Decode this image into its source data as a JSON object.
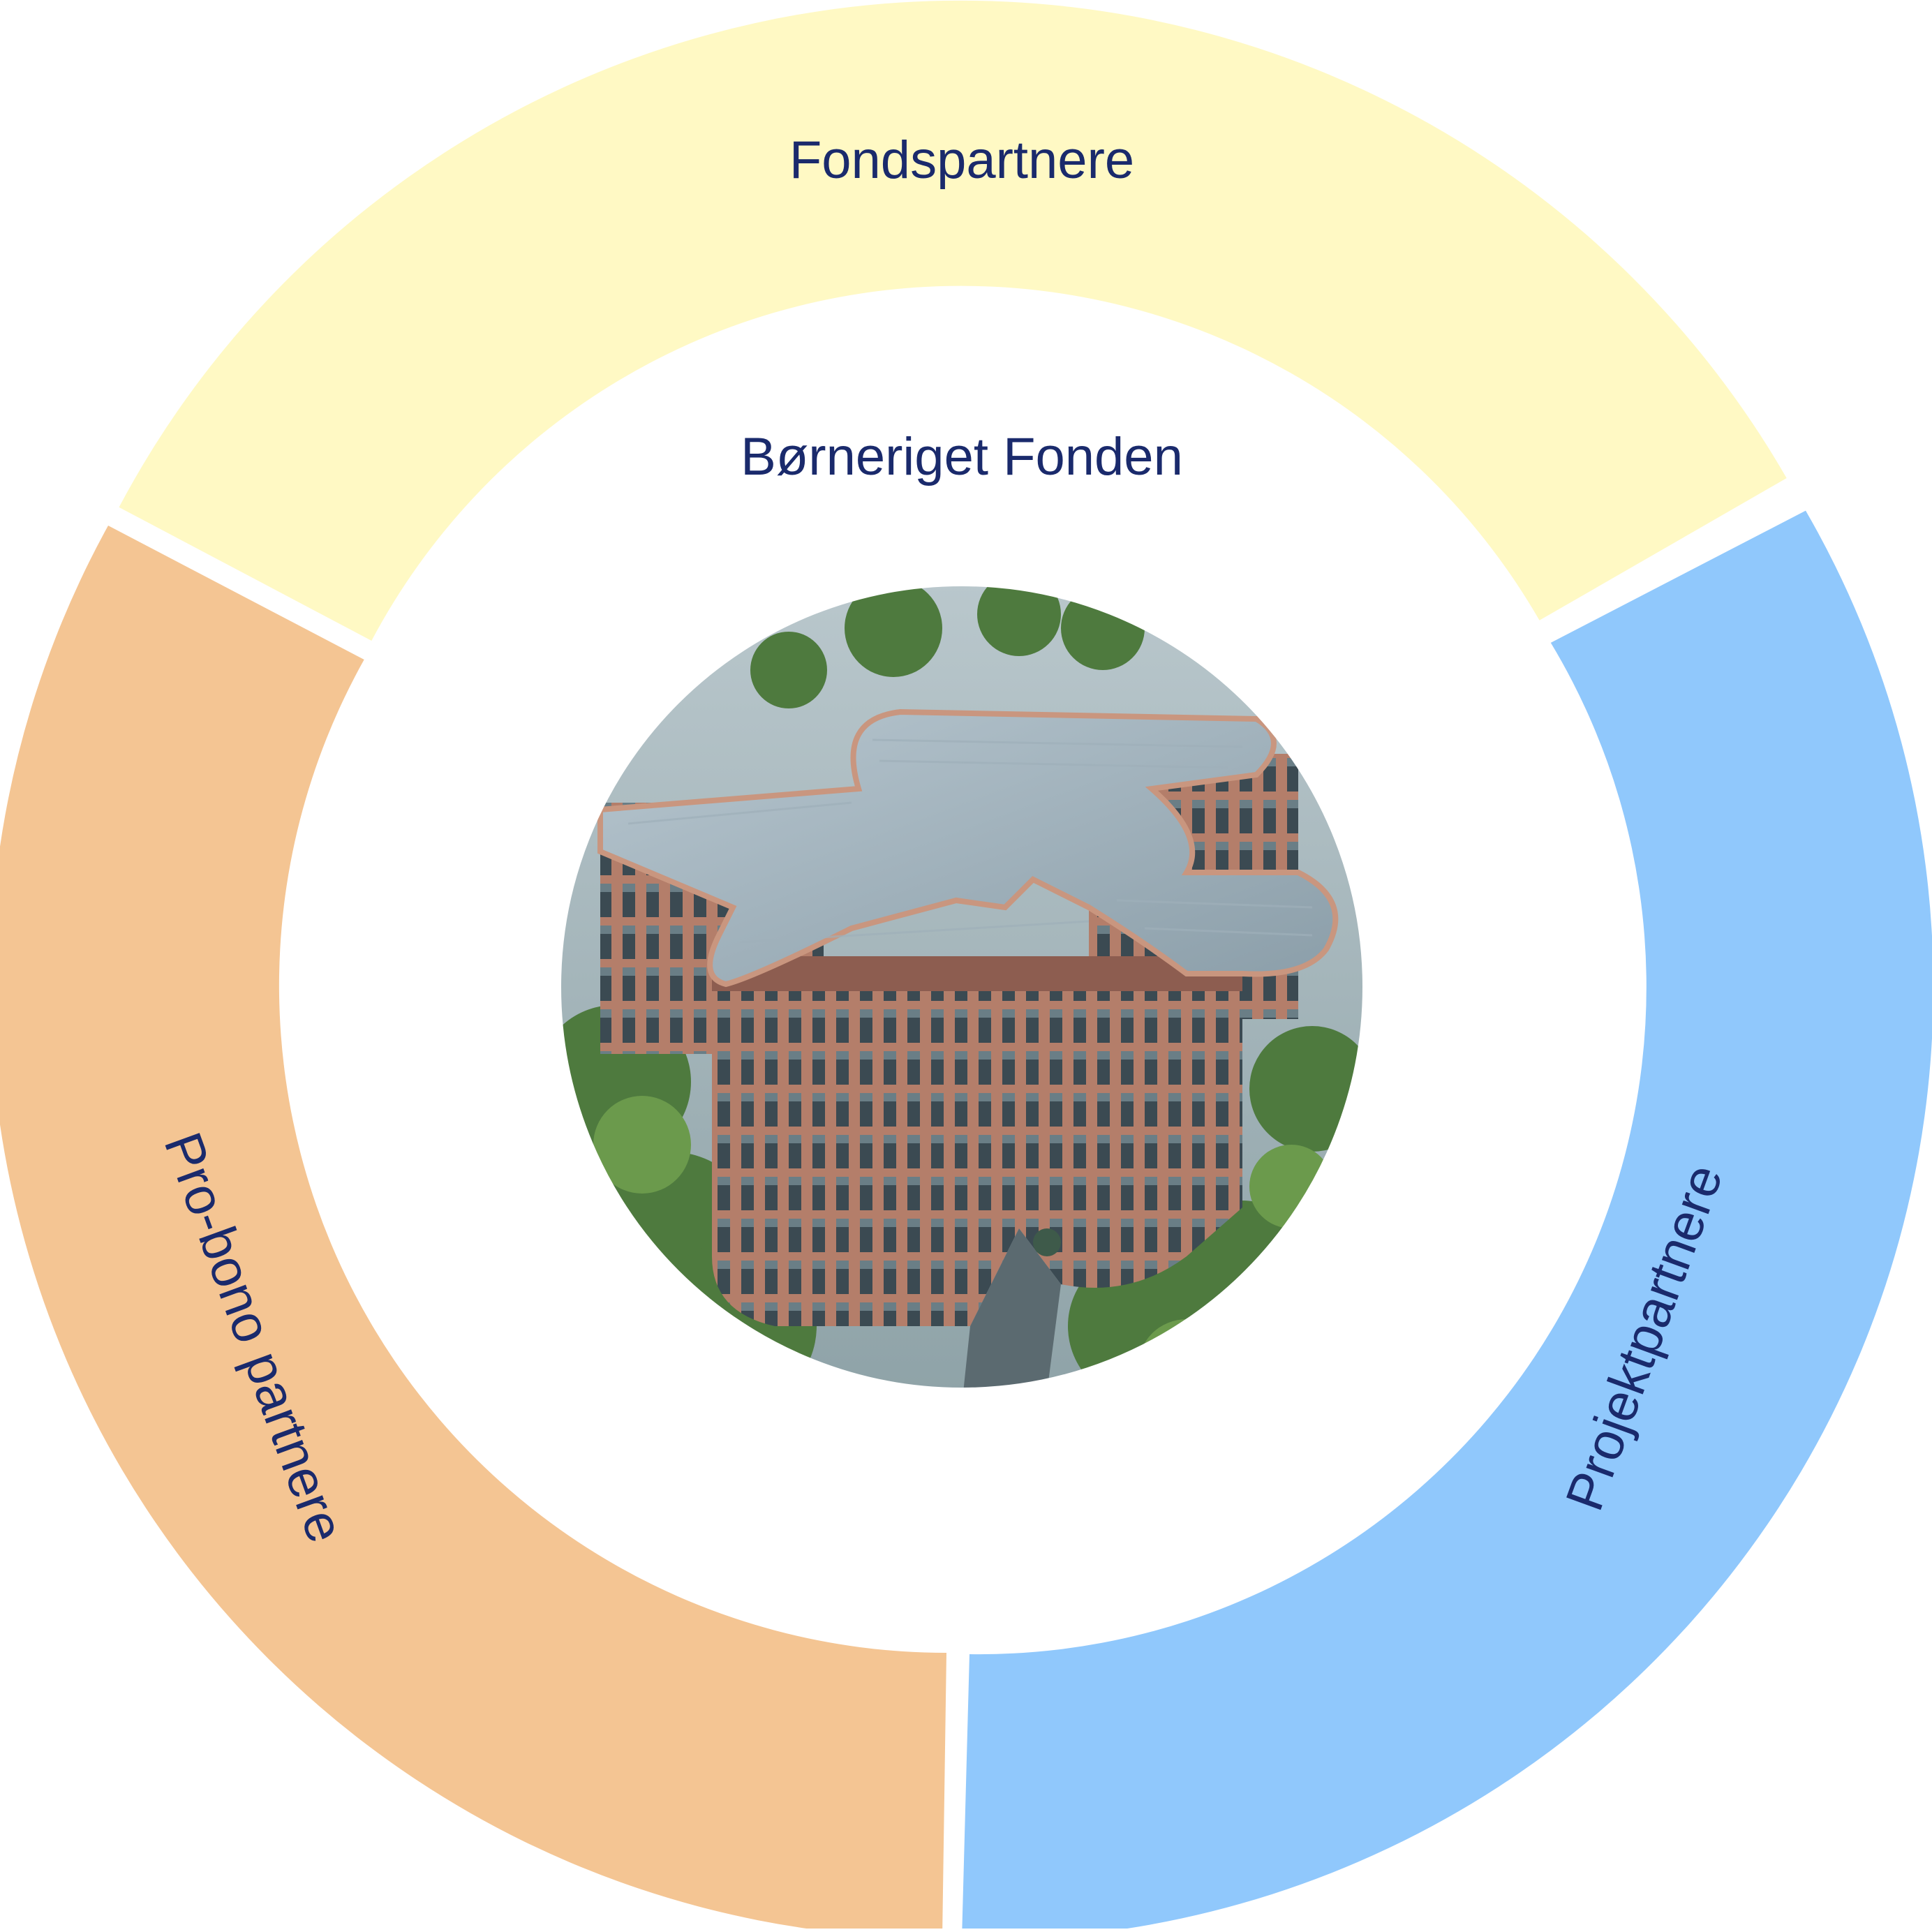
{
  "diagram": {
    "center_title": "Børneriget Fonden",
    "center_image": {
      "icon": "building-aerial-photo",
      "description_name": "children-hospital-building-illustration"
    },
    "segments": [
      {
        "id": "fond",
        "label": "Fondspartnere",
        "color": "#FFF9C4"
      },
      {
        "id": "projekt",
        "label": "Projektpartnere",
        "color": "#90C8FC"
      },
      {
        "id": "probono",
        "label": "Pro-bono partnere",
        "color": "#F4C593"
      }
    ],
    "text_color": "#1A2A6C"
  }
}
